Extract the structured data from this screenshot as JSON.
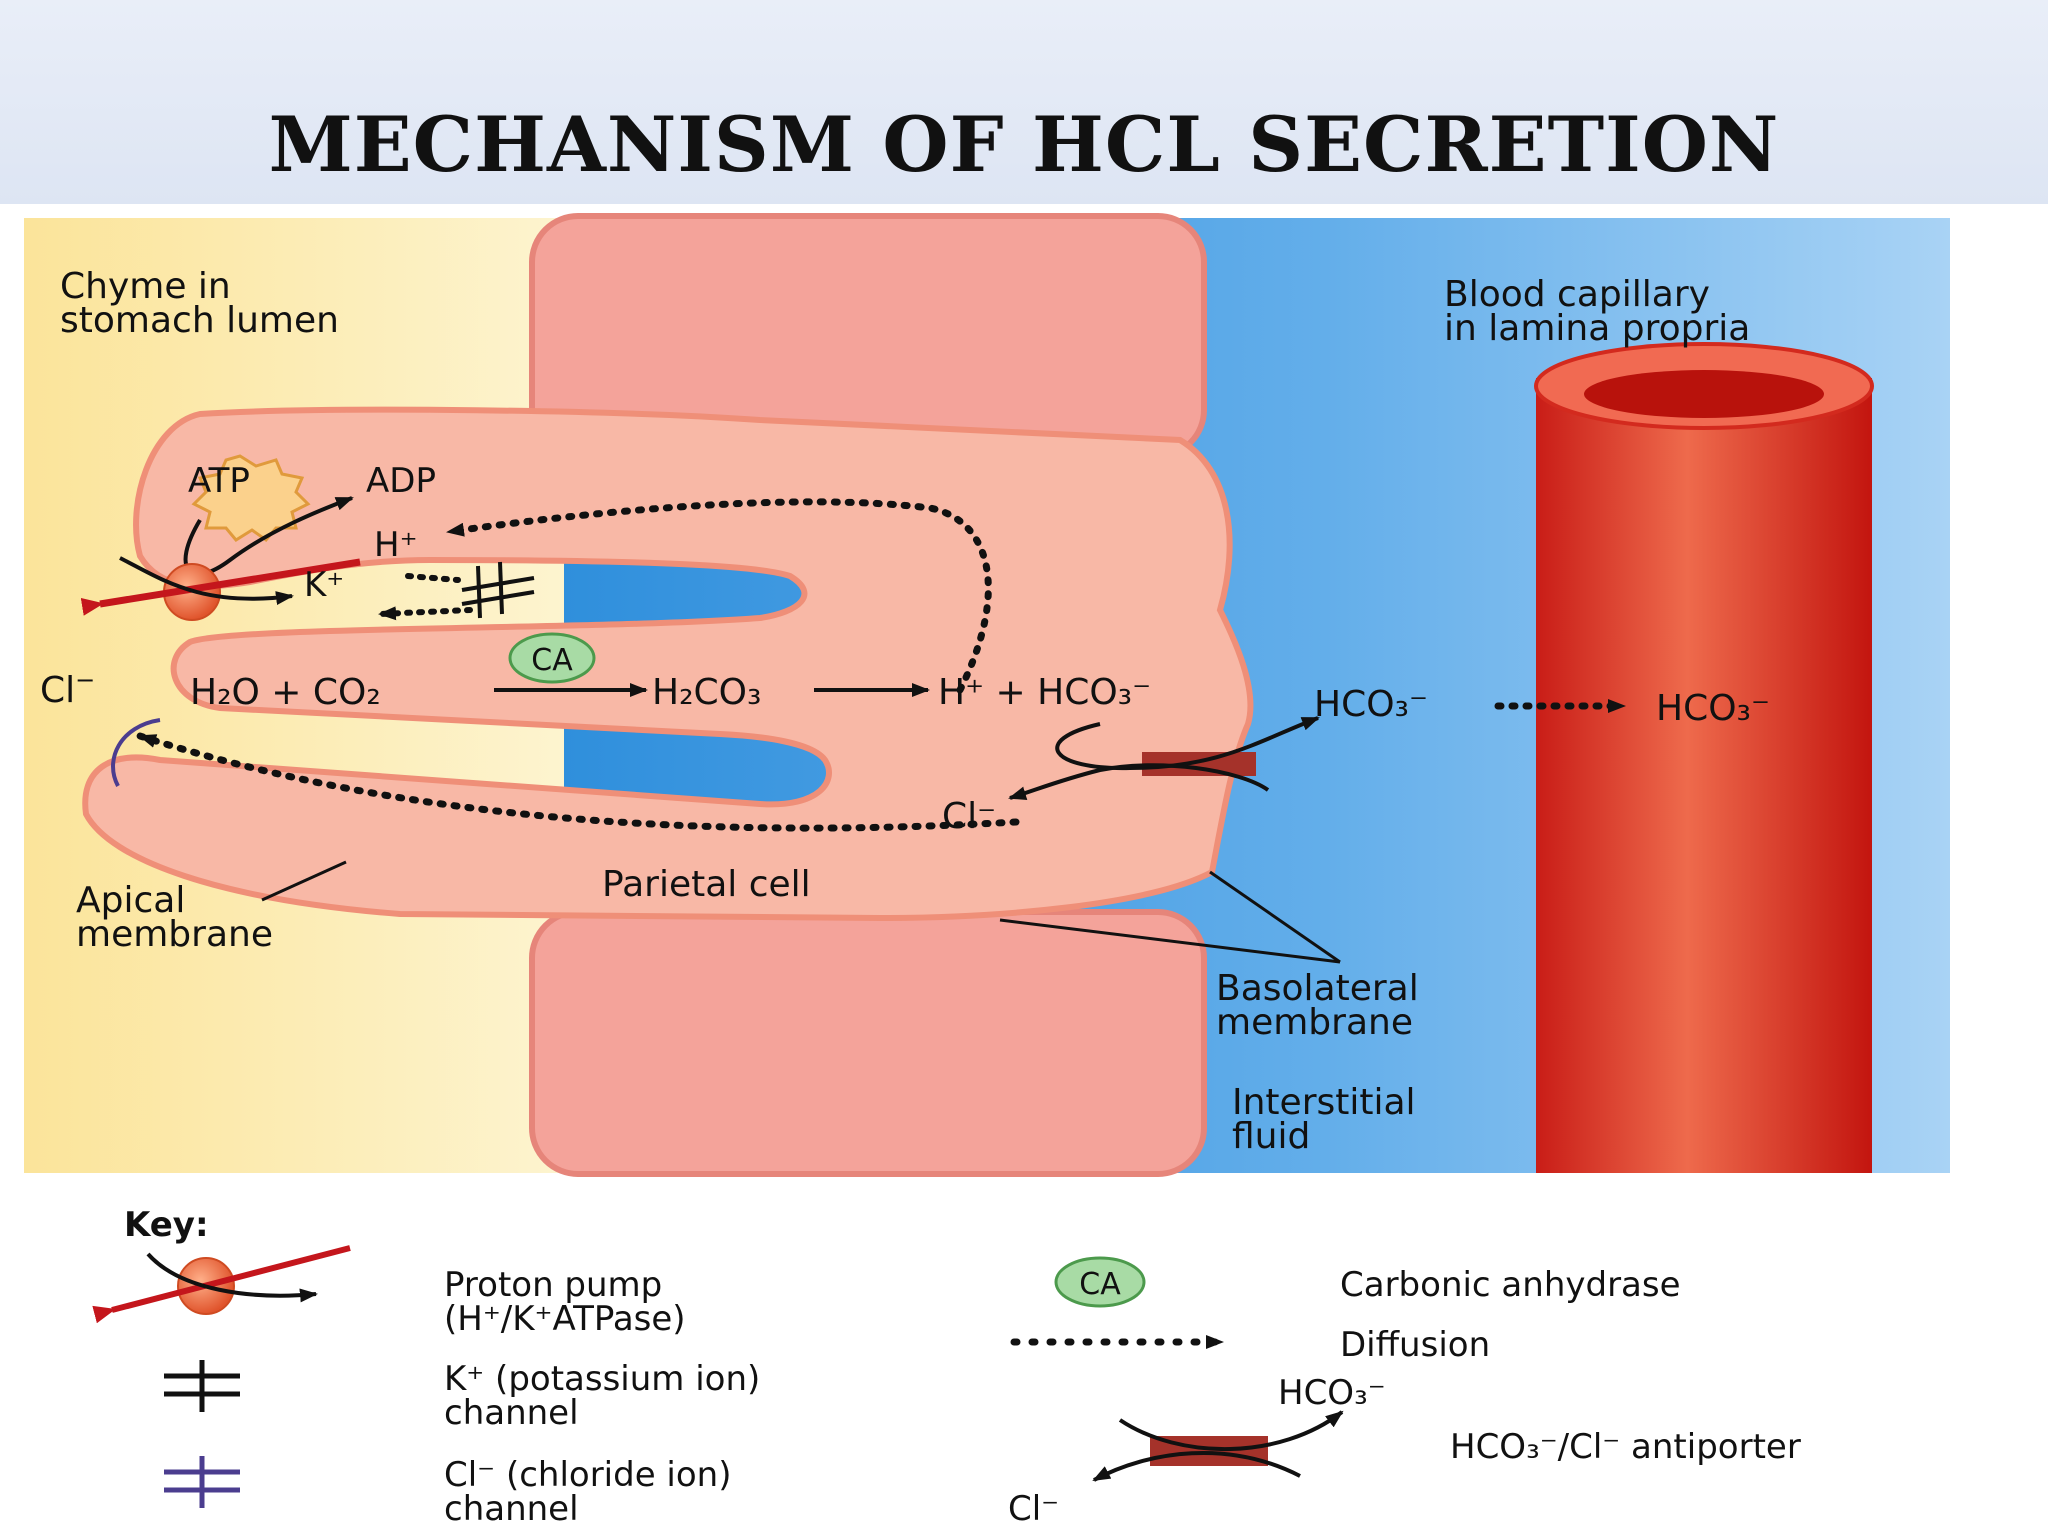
{
  "title": "MECHANISM OF HCL SECRETION",
  "labels": {
    "lumen": [
      "Chyme in",
      "stomach lumen"
    ],
    "capillary": [
      "Blood capillary",
      "in lamina propria"
    ],
    "apical": [
      "Apical",
      "membrane"
    ],
    "parietal": "Parietal cell",
    "basolateral": [
      "Basolateral",
      "membrane"
    ],
    "interstitial": [
      "Interstitial",
      "fluid"
    ]
  },
  "reaction": {
    "cl_lumen": "Cl",
    "h2o_co2": "H₂O + CO₂",
    "ca": "CA",
    "h2co3": "H₂CO₃",
    "h_hco3": "H⁺ + HCO₃⁻",
    "hco3_out": "HCO₃⁻",
    "hco3_blood": "HCO₃⁻",
    "cl_in": "Cl⁻"
  },
  "pump": {
    "atp": "ATP",
    "adp": "ADP",
    "h": "H⁺",
    "k": "K⁺"
  },
  "key": {
    "heading": "Key:",
    "proton_pump": [
      "Proton pump",
      "(H⁺/K⁺ATPase)"
    ],
    "k_channel": [
      "K⁺ (potassium ion)",
      "channel"
    ],
    "cl_channel": [
      "Cl⁻ (chloride ion)",
      "channel"
    ],
    "ca_badge": "CA",
    "ca_label": "Carbonic anhydrase",
    "diffusion": "Diffusion",
    "antiporter_hco3": "HCO₃⁻",
    "antiporter_cl": "Cl⁻",
    "antiporter_label": "HCO₃⁻/Cl⁻ antiporter"
  },
  "colors": {
    "lumen": "#fbe9a6",
    "interstitial": "#4aa3e6",
    "cell": "#f6b6a3",
    "blood": "#dd2a22",
    "pump_arrow": "#c4161c",
    "antiporter": "#a5322a",
    "ca_fill": "#a8dba5",
    "cl_channel": "#4b3d8f"
  }
}
